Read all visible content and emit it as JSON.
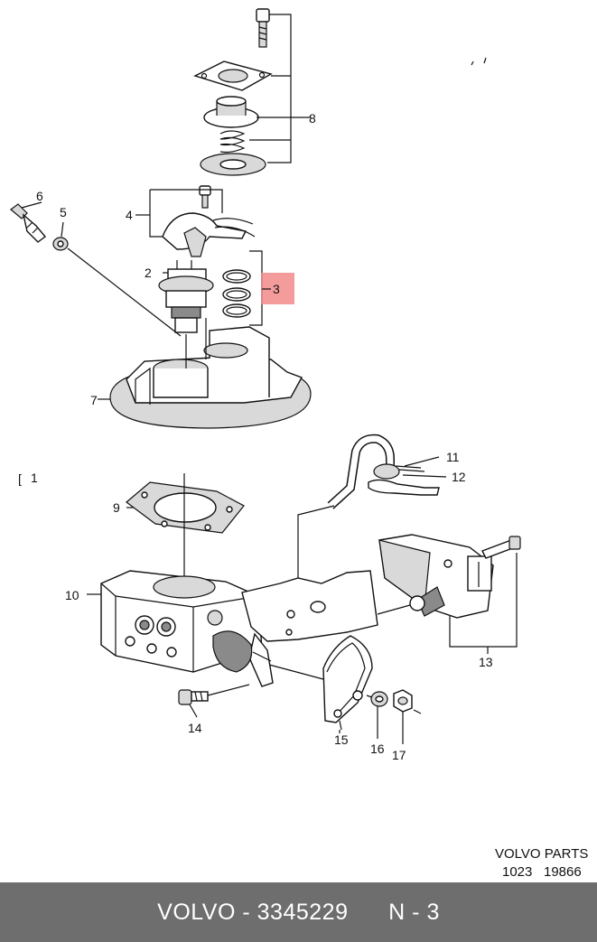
{
  "callouts": {
    "c1": "1",
    "c2": "2",
    "c3": "3",
    "c4": "4",
    "c5": "5",
    "c6": "6",
    "c7": "7",
    "c8": "8",
    "c9": "9",
    "c10": "10",
    "c11": "11",
    "c12": "12",
    "c13": "13",
    "c14": "14",
    "c15": "15",
    "c16": "16",
    "c17": "17"
  },
  "section_bracket": "[",
  "stamp": {
    "line1": "VOLVO PARTS",
    "line2_left": "1023",
    "line2_right": "19866"
  },
  "footer": {
    "brand": "VOLVO",
    "part_number": "3345229",
    "position": "N - 3",
    "separator": " - "
  },
  "colors": {
    "footer_bg": "#6e6e6e",
    "highlight": "#f28b8b",
    "line": "#111111"
  }
}
